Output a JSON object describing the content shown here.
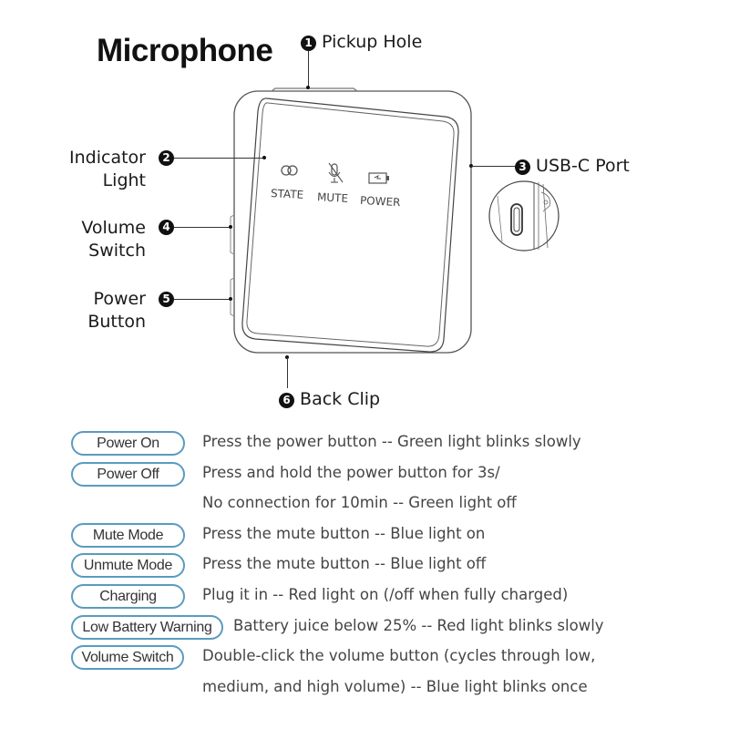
{
  "title": "Microphone",
  "callouts": [
    {
      "number": "1",
      "label": "Pickup Hole"
    },
    {
      "number": "2",
      "label_line1": "Indicator",
      "label_line2": "Light"
    },
    {
      "number": "3",
      "label": "USB-C Port"
    },
    {
      "number": "4",
      "label_line1": "Volume",
      "label_line2": "Switch"
    },
    {
      "number": "5",
      "label_line1": "Power",
      "label_line2": "Button"
    },
    {
      "number": "6",
      "label": "Back Clip"
    }
  ],
  "indicators": [
    {
      "icon": "link-icon",
      "label": "STATE"
    },
    {
      "icon": "mic-muted-icon",
      "label": "MUTE"
    },
    {
      "icon": "battery-charging-icon",
      "label": "POWER"
    }
  ],
  "modes": [
    {
      "name": "Power On",
      "lines": [
        "Press the power button -- Green light blinks slowly"
      ]
    },
    {
      "name": "Power Off",
      "lines": [
        "Press and hold the power button for 3s/",
        "No connection for 10min -- Green light off"
      ]
    },
    {
      "name": "Mute Mode",
      "lines": [
        "Press the mute button -- Blue light on"
      ]
    },
    {
      "name": "Unmute Mode",
      "lines": [
        "Press the mute button -- Blue light off"
      ]
    },
    {
      "name": "Charging",
      "lines": [
        "Plug it in -- Red light on (/off when fully charged)"
      ]
    },
    {
      "name": "Low Battery Warning",
      "lines": [
        "Battery juice below 25% -- Red light blinks slowly"
      ]
    },
    {
      "name": "Volume Switch",
      "lines": [
        "Double-click the volume button (cycles through low,",
        "medium, and high volume) -- Blue light blinks once"
      ]
    }
  ],
  "colors": {
    "pill_border": "#5a9bbf",
    "text": "#444444",
    "title": "#111111"
  }
}
